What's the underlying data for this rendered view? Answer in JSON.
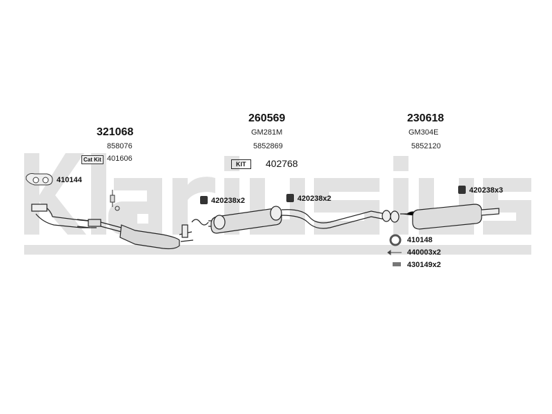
{
  "watermark": "Klarius",
  "groups": {
    "left": {
      "part": "321068",
      "oe": "858076",
      "badge": "Cat Kit",
      "kit_ref": "401606"
    },
    "middle": {
      "part": "260569",
      "ref": "GM281M",
      "oe": "5852869",
      "kit_label": "KIT",
      "kit_ref": "402768"
    },
    "right": {
      "part": "230618",
      "ref": "GM304E",
      "oe": "5852120"
    }
  },
  "parts": {
    "left_gasket": "410144",
    "mount_a": "420238x2",
    "mount_b": "420238x2",
    "mount_c": "420238x3",
    "ring": "410148",
    "bolt": "440003x2",
    "clip": "430149x2"
  },
  "icons": [
    "gasket-icon",
    "rubber-mount-icon",
    "ring-gasket-icon",
    "bolt-icon",
    "clip-icon",
    "exhaust-pipe-icon",
    "catalytic-converter-icon",
    "muffler-icon",
    "sensor-icon"
  ]
}
